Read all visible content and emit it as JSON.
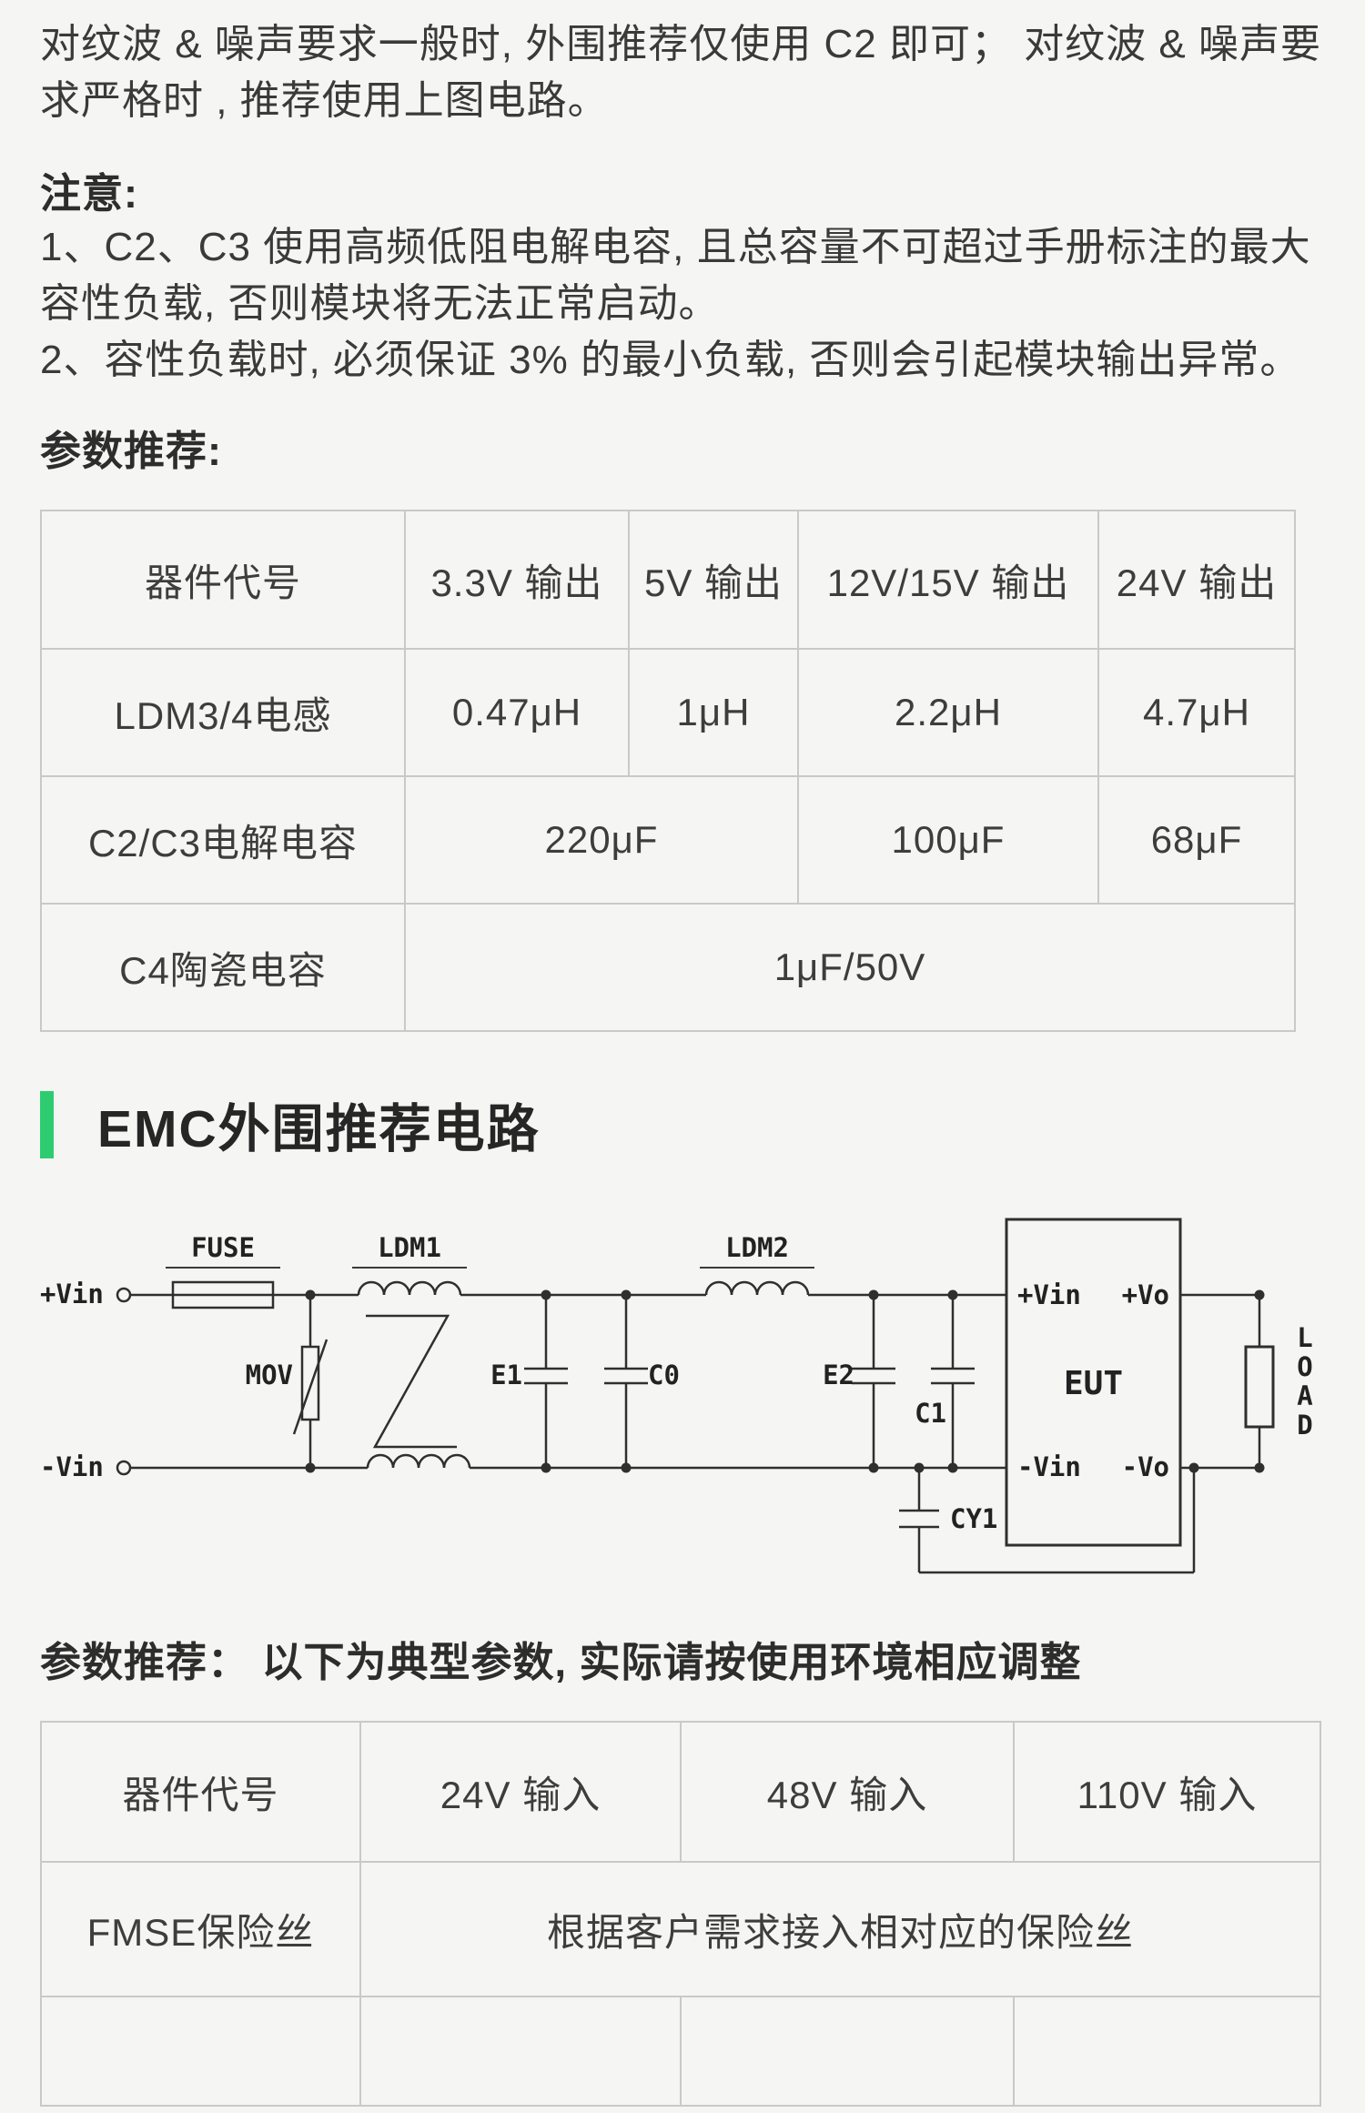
{
  "page": {
    "bg": "#f5f5f3",
    "accent_green": "#2ecc71",
    "border_gray": "#c9c9c9"
  },
  "intro": {
    "text": "对纹波 & 噪声要求一般时, 外围推荐仅使用 C2 即可； 对纹波 & 噪声要求严格时 , 推荐使用上图电路。"
  },
  "notice": {
    "title": "注意:",
    "item1": "1、C2、C3 使用高频低阻电解电容, 且总容量不可超过手册标注的最大容性负载, 否则模块将无法正常启动。",
    "item2": "2、容性负载时, 必须保证 3% 的最小负载, 否则会引起模块输出异常。"
  },
  "table1": {
    "title": "参数推荐:",
    "headers": [
      "器件代号",
      "3.3V 输出",
      "5V 输出",
      "12V/15V 输出",
      "24V 输出"
    ],
    "row1": {
      "label": "LDM3/4电感",
      "c1": "0.47μH",
      "c2": "1μH",
      "c3": "2.2μH",
      "c4": "4.7μH"
    },
    "row2": {
      "label": "C2/C3电解电容",
      "c1": "220μF",
      "c2": "100μF",
      "c3": "68μF"
    },
    "row3": {
      "label": "C4陶瓷电容",
      "c1": "1μF/50V"
    }
  },
  "emc": {
    "title": "EMC外围推荐电路"
  },
  "circuit": {
    "labels": {
      "vin_pos": "+Vin",
      "vin_neg": "-Vin",
      "fuse": "FUSE",
      "ldm1": "LDM1",
      "mov": "MOV",
      "e1": "E1",
      "c0": "C0",
      "ldm2": "LDM2",
      "e2": "E2",
      "c1": "C1",
      "cy1": "CY1",
      "eut": "EUT",
      "eut_vin_pos": "+Vin",
      "eut_vo_pos": "+Vo",
      "eut_vin_neg": "-Vin",
      "eut_vo_neg": "-Vo",
      "load": "LOAD"
    }
  },
  "table2": {
    "title": "参数推荐： 以下为典型参数, 实际请按使用环境相应调整",
    "headers": [
      "器件代号",
      "24V 输入",
      "48V 输入",
      "110V 输入"
    ],
    "row1": {
      "label": "FMSE保险丝",
      "c1": "根据客户需求接入相对应的保险丝"
    }
  }
}
